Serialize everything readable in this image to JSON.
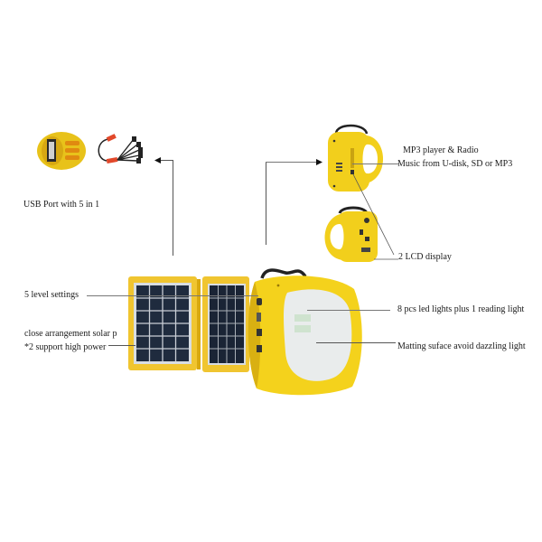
{
  "colors": {
    "lantern_yellow": "#f2cf1c",
    "lantern_shadow": "#d9a90f",
    "panel_frame": "#f0c530",
    "panel_cell": "#1f2b3e",
    "panel_grid": "#c9ced6",
    "led_panel": "#e9ecec",
    "line": "#555555"
  },
  "labels": {
    "usb": "USB Port with 5 in 1",
    "mp3": "MP3 player & Radio",
    "music": "Music from U-disk, SD or MP3",
    "lcd": "2 LCD display",
    "level": "5 level settings",
    "solar1": "close arrangement solar p",
    "solar2": "*2  support high power",
    "led": "8 pcs led lights plus 1 reading light",
    "matting": "Matting suface avoid dazzling light"
  },
  "icons": {
    "usb_port": "usb-port-icon",
    "cable": "usb-multi-cable-icon",
    "lantern": "solar-lantern",
    "solar_panel": "solar-panel"
  }
}
